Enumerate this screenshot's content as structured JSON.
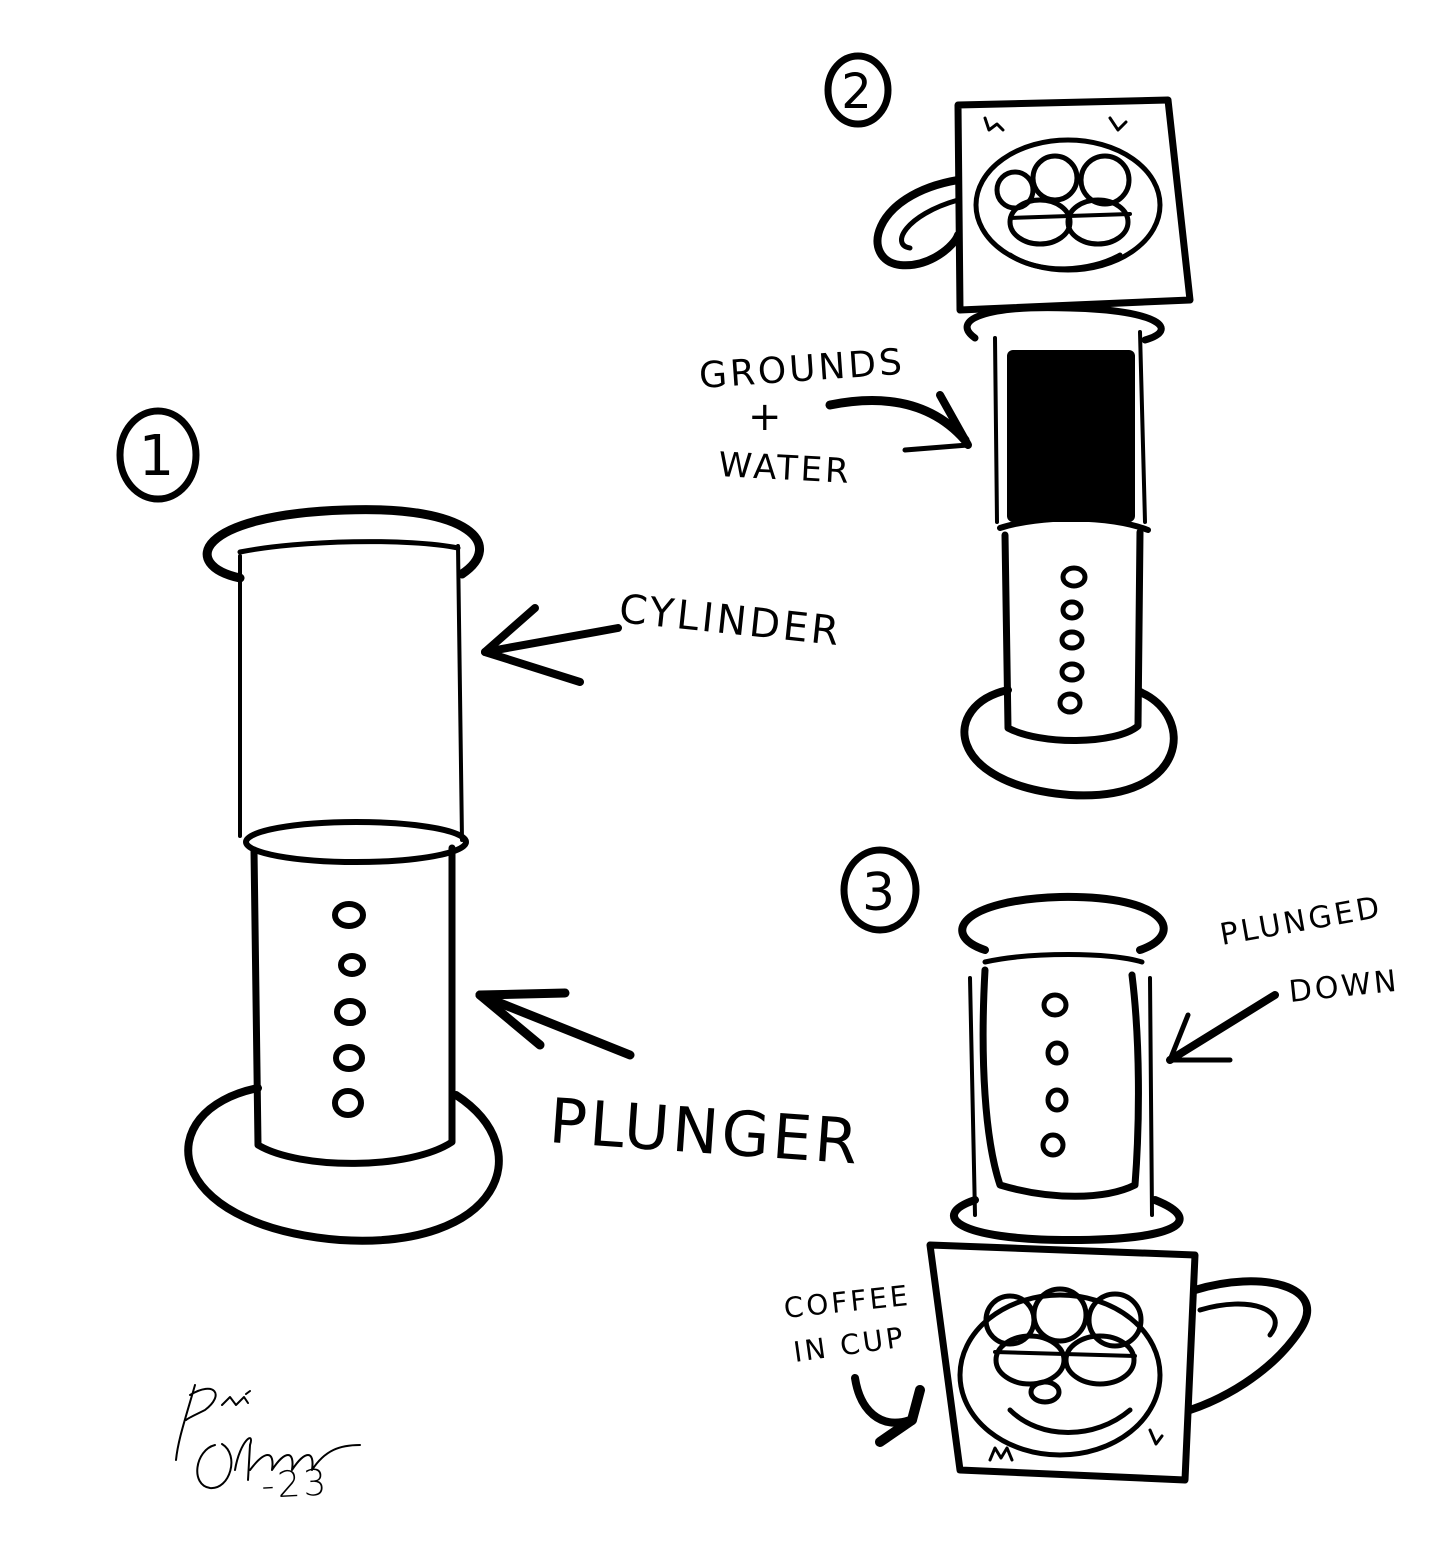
{
  "steps": [
    {
      "number": "1",
      "labels": [
        "CYLINDER",
        "PLUNGER"
      ]
    },
    {
      "number": "2",
      "labels": [
        "GROUNDS",
        "+",
        "WATER"
      ]
    },
    {
      "number": "3",
      "labels": [
        "PLUNGED",
        "DOWN",
        "COFFEE",
        "IN CUP"
      ]
    }
  ],
  "signature": {
    "year": "-23"
  },
  "colors": {
    "ink": "#000000",
    "paper": "#ffffff"
  }
}
